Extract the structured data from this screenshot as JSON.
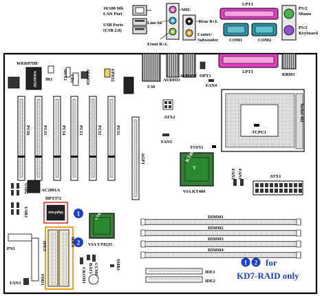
{
  "rear_panel": {
    "lan": "10/100 Mb",
    "lan2": "LAN Port",
    "usb": "USB Ports",
    "usb2": "(USB 2.0)",
    "mic": "MIC",
    "line_in": "Line-In",
    "rear_rl": "Rear R+L",
    "center": "Center/",
    "subwoofer": "Subwoofer",
    "front_rl": "Front R+L",
    "lpt1_top": "LPT1",
    "com1": "COM1",
    "com2": "COM2",
    "ps2_mouse_1": "PS/2",
    "ps2_mouse_2": "Mouse",
    "ps2_kb_1": "PS/2",
    "ps2_kb_2": "Keyboard"
  },
  "board": {
    "w83697hf": "W83697HF",
    "ir1": "IR1",
    "aux1": "AUX1",
    "cd1": "CD1",
    "alc650": "ALC650",
    "fpio2": "FPIO2",
    "u30": "U30",
    "audio1": "AUDIO1",
    "audio2": "AUDIO2",
    "opt1": "OPT1",
    "lpt1": "LPT1",
    "kbm1": "KBM1",
    "fan4": "FAN4",
    "atx2": "ATX2",
    "fan5": "FAN5",
    "tsys1": "TSYS1",
    "tcpu1": "TCPU1",
    "socket": "Socket 462",
    "agp1": "AGP1",
    "pci": [
      "PCI6",
      "PCI5",
      "PCI4",
      "PCI3",
      "PCI2",
      "PCI1"
    ],
    "northbridge_chip": "KT400",
    "northbridge": "VIA KT400",
    "fan2": "FAN2",
    "fan1": "FAN1",
    "atx1": "ATX1",
    "ac2001a": "AC2001A",
    "usb2": "USB2",
    "usb3": "USB3",
    "hpt372": "HPT372",
    "hpt_chip": "HighPoint",
    "southbridge_chip": "VT8235",
    "southbridge": "VIA VT8235",
    "dimm": [
      "DIMM1",
      "DIMM2",
      "DIMM3",
      "DIMM4"
    ],
    "pn1": "PN1",
    "ide3": "IDE3",
    "ide4": "IDE4",
    "fan3": "FAN3",
    "fdd1": "FDD1",
    "ckom1": "CKOM1",
    "bat1": "BAT1",
    "ccmos1": "CCMOS1",
    "smb1": "SMB1",
    "ide1": "IDE1",
    "ide2": "IDE2",
    "badge1": "1",
    "badge2": "2",
    "note_for": "for",
    "note_raid": "KD7-RAID only"
  },
  "colors": {
    "badge": "#1c3fc8",
    "note": "#1c3fc8",
    "ide_highlight": "#f0a020",
    "hpt_border": "#e02020",
    "mic_pink": "#e060c0",
    "line_blue": "#40b0e0",
    "front_green": "#90c040",
    "rear_black": "#202020",
    "center_orange": "#f0a020",
    "lpt_magenta": "#e040c0",
    "com_teal": "#3090a0",
    "ps2_mouse": "#4ab04a",
    "ps2_kb": "#9050d0"
  }
}
